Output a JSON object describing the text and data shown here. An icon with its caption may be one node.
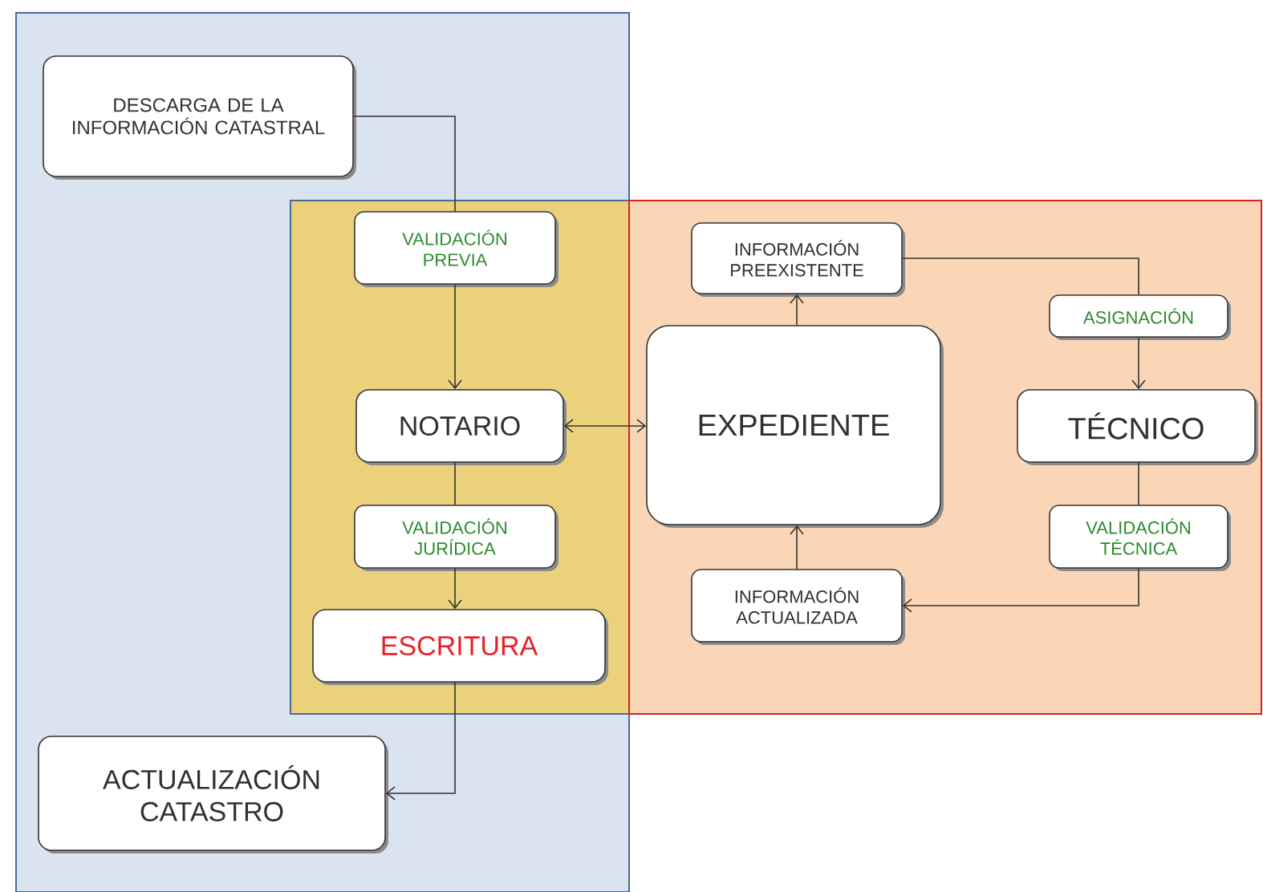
{
  "diagram": {
    "nodes": [
      {
        "text": [],
        "shape": "box"
      },
      {
        "text": [
          "DESCARGA DE LA INFORMACIÓN CATASTRAL"
        ],
        "in": 0
      },
      {
        "text": [],
        "shape": "box",
        "in": 0
      },
      {
        "text": [
          "VALIDACIÓN PREVIA"
        ],
        "in": 2
      },
      {
        "text": [
          "NOTARIO"
        ],
        "in": 2
      },
      {
        "text": [
          "VALIDACIÓN JURÍDICA"
        ],
        "in": 2
      },
      {
        "text": [
          "ESCRITURA"
        ],
        "in": 2
      },
      {
        "text": [
          "ACTUALIZACIÓN CATASTRO"
        ],
        "in": 0
      },
      {
        "text": [],
        "shape": "box"
      },
      {
        "text": [
          "INFORMACIÓN PREEXISTENTE"
        ],
        "in": 8
      },
      {
        "text": [
          "EXPEDIENTE"
        ],
        "in": 8
      },
      {
        "text": [
          "ASIGNACIÓN"
        ],
        "in": 8
      },
      {
        "text": [
          "TÉCNICO"
        ],
        "in": 8
      },
      {
        "text": [
          "VALIDACIÓN TÉCNICA"
        ],
        "in": 8
      },
      {
        "text": [
          "INFORMACIÓN ACTUALIZADA"
        ],
        "in": 8
      }
    ],
    "edges": [
      {
        "from": 1,
        "to": 3,
        "arrow": "none"
      },
      {
        "from": 3,
        "to": 4,
        "arrow": "to"
      },
      {
        "from": 4,
        "to": 5,
        "arrow": "none"
      },
      {
        "from": 5,
        "to": 6,
        "arrow": "to"
      },
      {
        "from": 6,
        "to": 7,
        "arrow": "to"
      },
      {
        "from": 4,
        "to": 10,
        "arrow": "both"
      },
      {
        "from": 10,
        "to": 9,
        "arrow": "to"
      },
      {
        "from": 9,
        "to": 11,
        "arrow": "none"
      },
      {
        "from": 11,
        "to": 12,
        "arrow": "to"
      },
      {
        "from": 12,
        "to": 13,
        "arrow": "none"
      },
      {
        "from": 13,
        "to": 14,
        "arrow": "to"
      },
      {
        "from": 14,
        "to": 10,
        "arrow": "to"
      }
    ]
  }
}
